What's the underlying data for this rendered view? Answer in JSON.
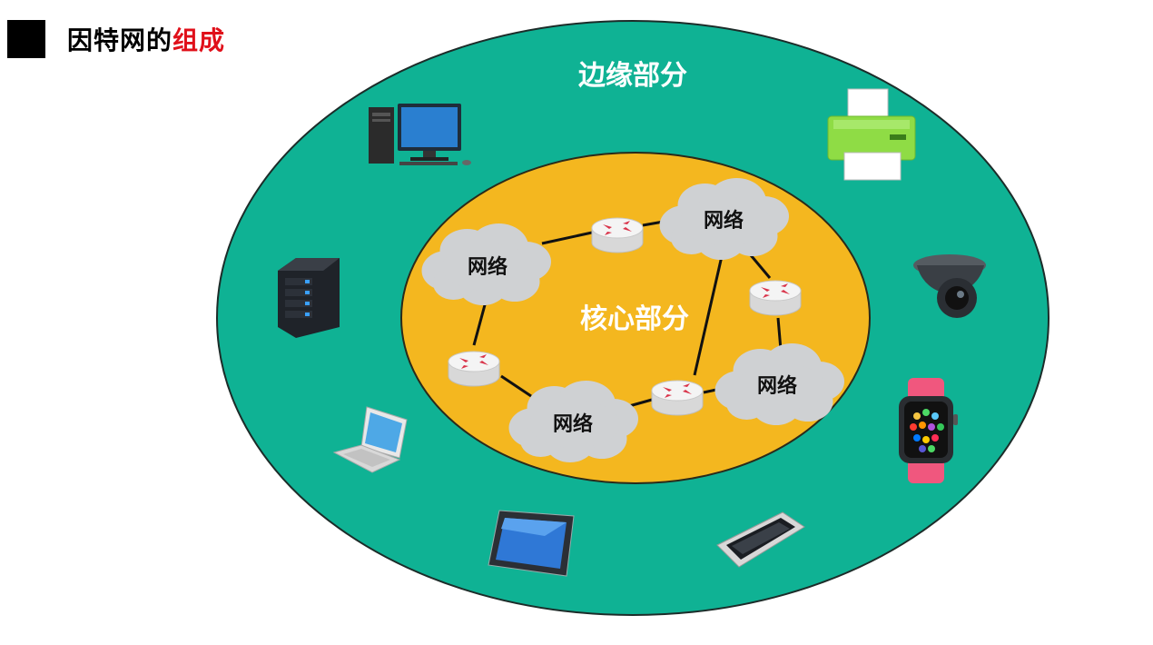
{
  "title": {
    "prefix": "因特网的",
    "highlight": "组成"
  },
  "edge_zone": {
    "label": "边缘部分",
    "color": "#0fb294"
  },
  "core_zone": {
    "label": "核心部分",
    "color": "#f4b71f"
  },
  "network_label": "网络",
  "colors": {
    "title_highlight": "#e0101a",
    "cloud": "#cfd1d3",
    "router": "#f2f2f2",
    "router_arrow": "#d9344a",
    "link": "#111111"
  },
  "edge_devices": [
    {
      "icon": "desktop-computer-icon"
    },
    {
      "icon": "printer-icon"
    },
    {
      "icon": "server-icon"
    },
    {
      "icon": "security-camera-icon"
    },
    {
      "icon": "laptop-icon"
    },
    {
      "icon": "smartwatch-icon"
    },
    {
      "icon": "tablet-icon"
    },
    {
      "icon": "smartphone-icon"
    }
  ]
}
